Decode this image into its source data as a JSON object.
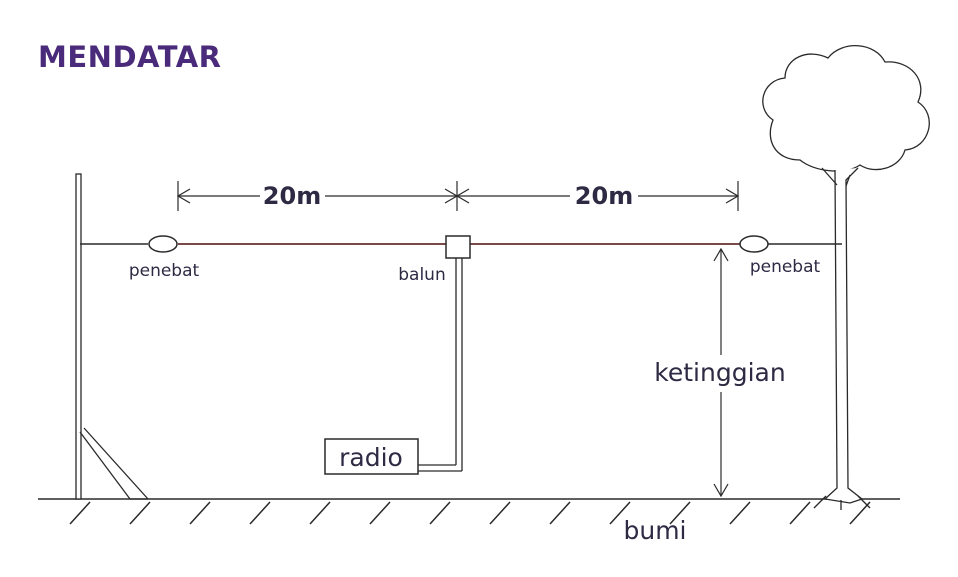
{
  "title": "MENDATAR",
  "labels": {
    "left_span": "20m",
    "right_span": "20m",
    "left_insulator": "penebat",
    "right_insulator": "penebat",
    "balun": "balun",
    "radio": "radio",
    "height": "ketinggian",
    "ground": "bumi"
  },
  "colors": {
    "title": "#4a2a7a",
    "antenna_wire": "#7a4a4a",
    "line": "#2a2a2a"
  }
}
